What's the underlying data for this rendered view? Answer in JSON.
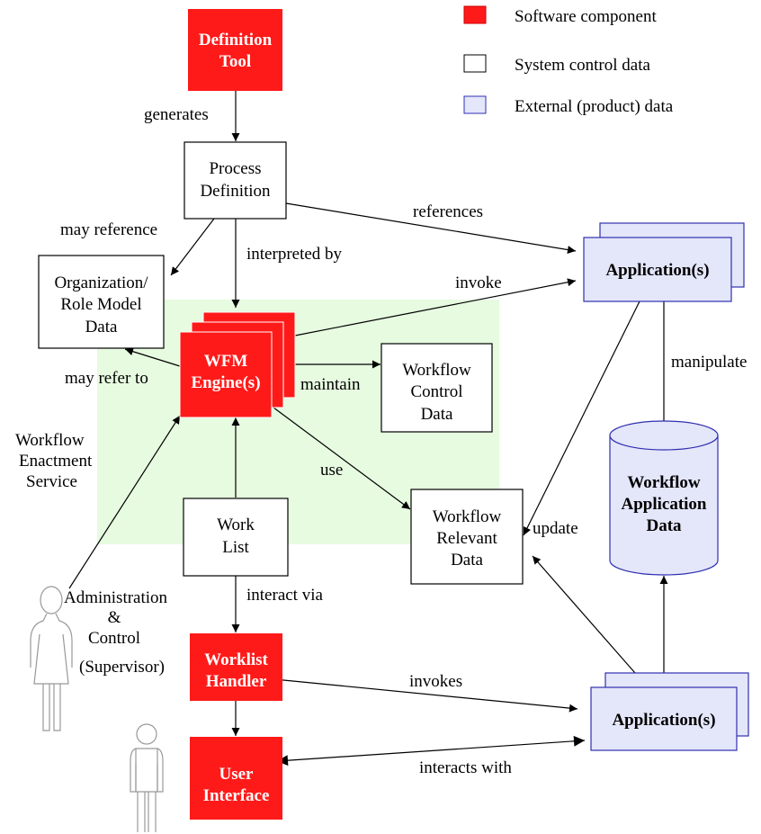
{
  "legend": {
    "software_component": "Software component",
    "system_control_data": "System control data",
    "external_data": "External (product) data"
  },
  "colors": {
    "software_component": "#ff1a1a",
    "external_fill": "#e4e6fa",
    "external_stroke": "#3030b0",
    "service_area": "#e6fbe0"
  },
  "components": {
    "definition_tool": [
      "Definition",
      "Tool"
    ],
    "wfm_engine": [
      "WFM",
      "Engine(s)"
    ],
    "worklist_handler": [
      "Worklist",
      "Handler"
    ],
    "user_interface": [
      "User",
      "Interface"
    ]
  },
  "control_data": {
    "process_definition": [
      "Process",
      "Definition"
    ],
    "org_role_model": [
      "Organization/",
      "Role Model",
      "Data"
    ],
    "workflow_control_data": [
      "Workflow",
      "Control",
      "Data"
    ],
    "workflow_relevant_data": [
      "Workflow",
      "Relevant",
      "Data"
    ],
    "work_list": [
      "Work",
      "List"
    ]
  },
  "external": {
    "application_top": "Application(s)",
    "application_bottom": "Application(s)",
    "workflow_application_data": [
      "Workflow",
      "Application",
      "Data"
    ]
  },
  "service_label": [
    "Workflow",
    "Enactment",
    "Service"
  ],
  "actors": {
    "supervisor": [
      "Administration",
      "&",
      "Control",
      "(Supervisor)"
    ]
  },
  "edges": {
    "generates": "generates",
    "references": "references",
    "may_reference": "may reference",
    "interpreted_by": "interpreted by",
    "invoke": "invoke",
    "may_refer_to": "may refer to",
    "maintain": "maintain",
    "manipulate": "manipulate",
    "use": "use",
    "update": "update",
    "interact_via": "interact via",
    "invokes": "invokes",
    "interacts_with": "interacts with"
  }
}
